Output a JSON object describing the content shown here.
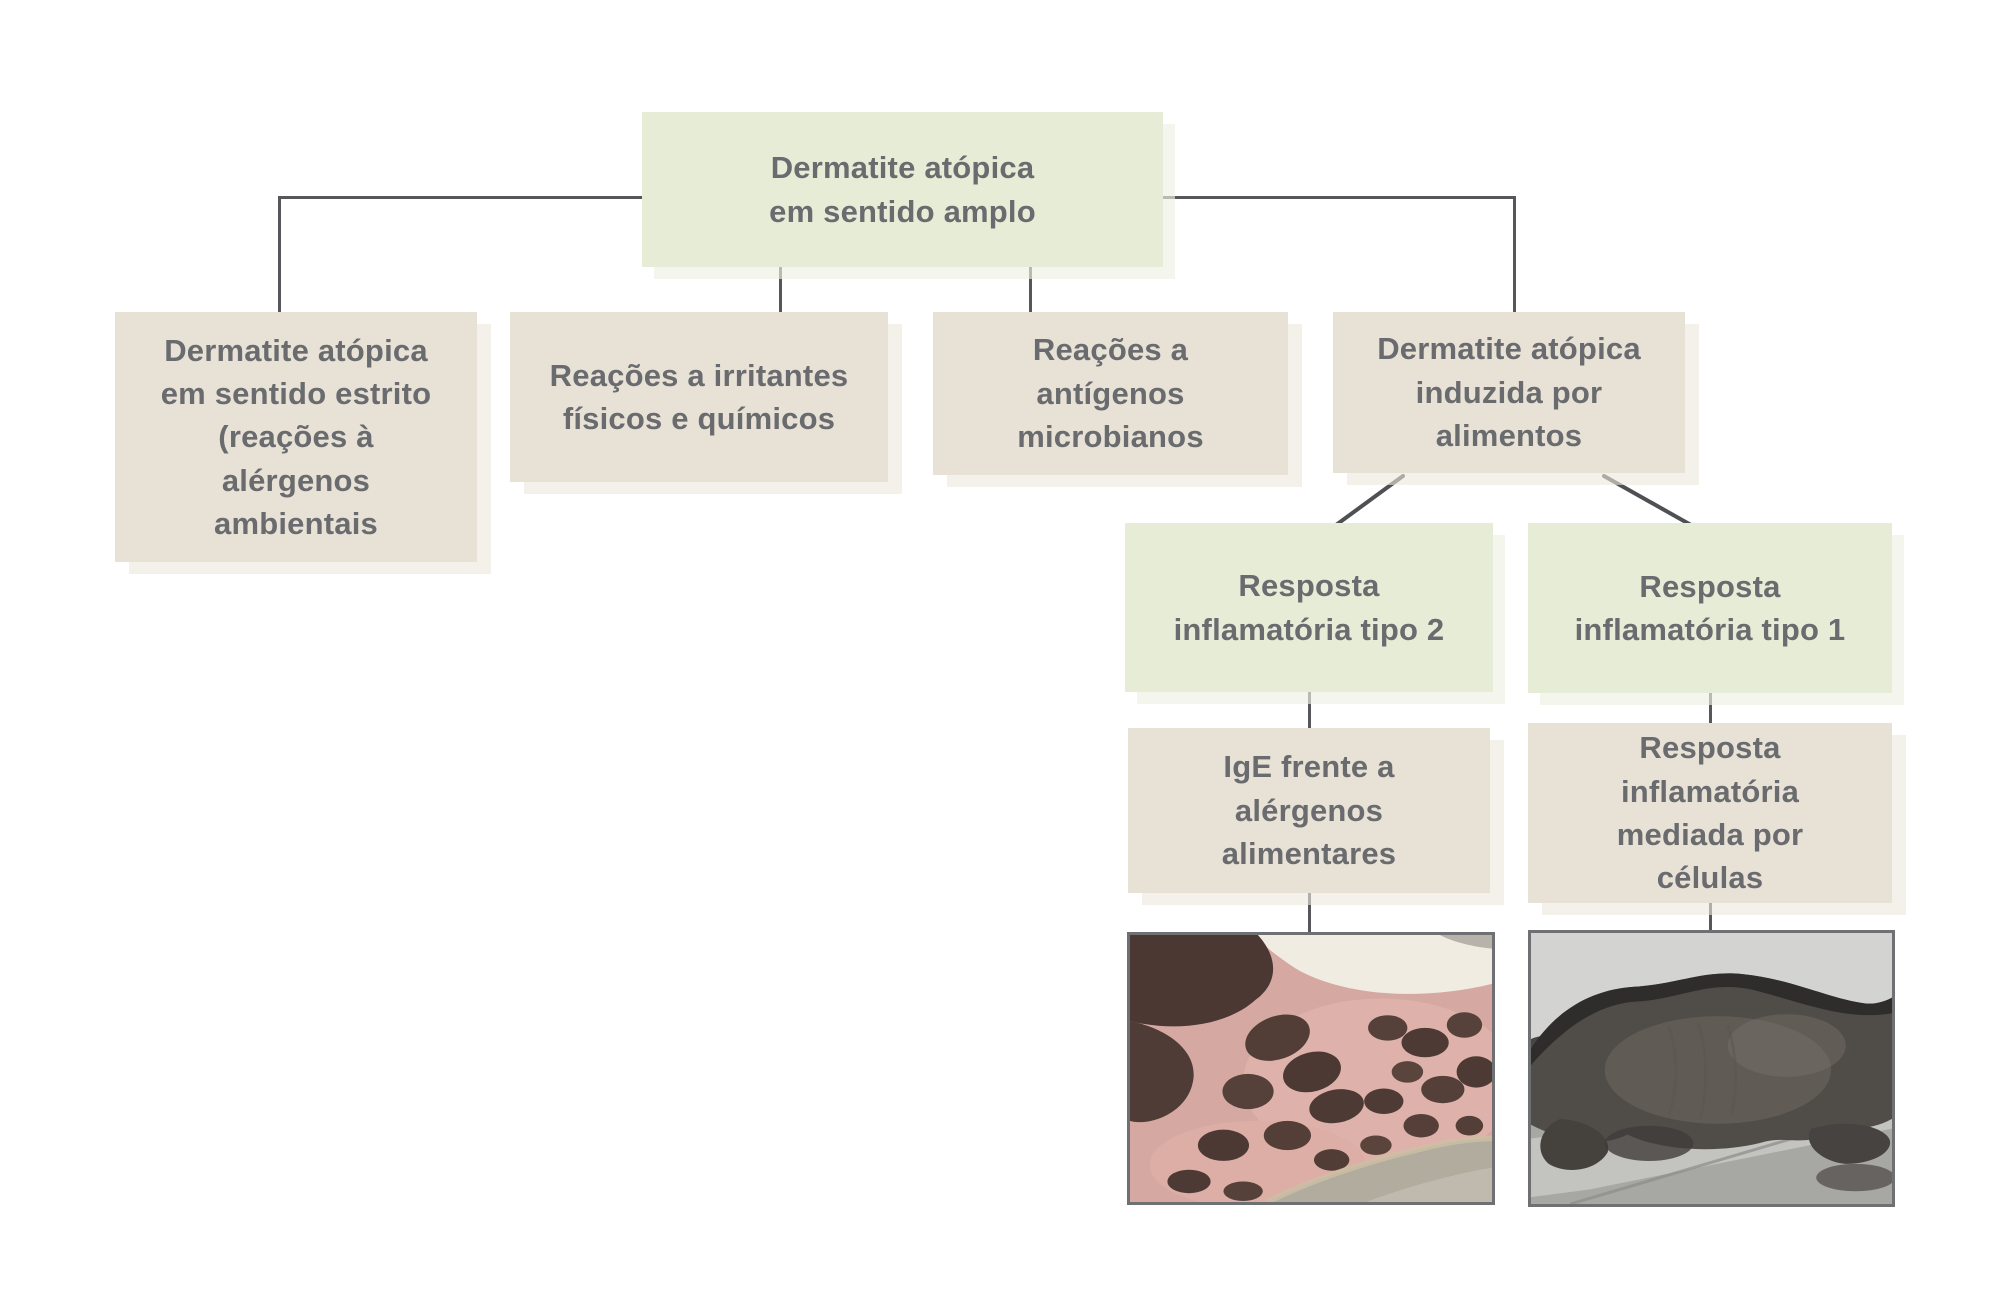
{
  "figure": {
    "background": "#ffffff",
    "colors": {
      "green_node": "#e6ecd6",
      "beige_node": "#e7e1d6",
      "node_text": "#6a6b6e",
      "connector": "#56575a"
    },
    "root": {
      "label": "Dermatite atópica\nem sentido amplo"
    },
    "branches": [
      {
        "label": "Dermatite atópica\nem sentido estrito\n(reações à\nalérgenos\nambientais"
      },
      {
        "label": "Reações a irritantes\nfísicos e químicos"
      },
      {
        "label": "Reações a\nantígenos\nmicrobianos"
      },
      {
        "label": "Dermatite atópica\ninduzida por\nalimentos"
      }
    ],
    "food_subtypes": [
      {
        "label": "Resposta\ninflamatória tipo 2"
      },
      {
        "label": "Resposta\ninflamatória tipo 1"
      }
    ],
    "mechanisms": [
      {
        "label": "IgE frente a\nalérgenos\nalimentares"
      },
      {
        "label": "Resposta\ninflamatória\nmediada por\ncélulas"
      }
    ],
    "photos": [
      {
        "name": "dog-abdomen-hyperpigmented-spots-photo"
      },
      {
        "name": "dog-lichenified-dark-skin-photo"
      }
    ]
  }
}
